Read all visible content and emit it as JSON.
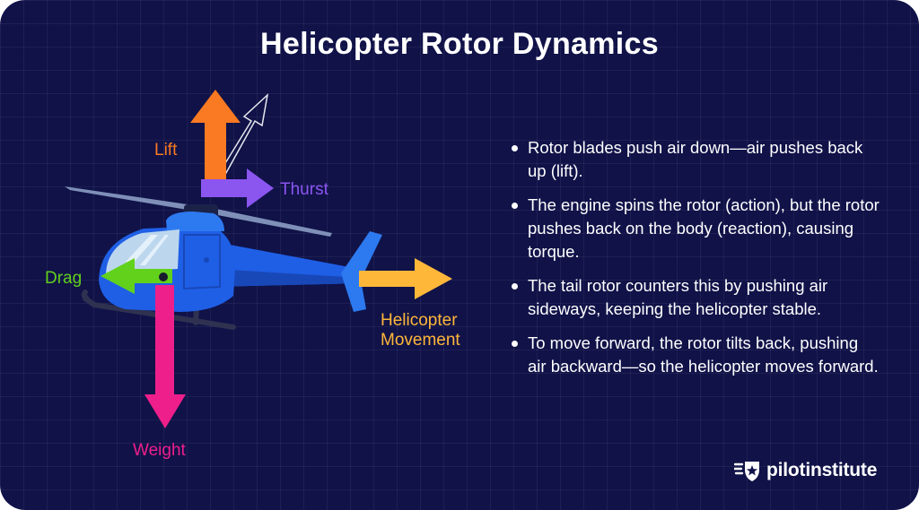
{
  "title": "Helicopter Rotor Dynamics",
  "forces": {
    "lift": "Lift",
    "thrust": "Thurst",
    "drag": "Drag",
    "weight": "Weight",
    "movement_line1": "Helicopter",
    "movement_line2": "Movement"
  },
  "bullets": [
    "Rotor blades push air down—air pushes back up (lift).",
    "The engine spins the rotor (action), but the rotor pushes back on the body (reaction), causing torque.",
    "The tail rotor counters this by pushing air sideways, keeping the helicopter stable.",
    "To move forward, the rotor tilts back, pushing air backward—so the helicopter moves forward."
  ],
  "brand": {
    "name": "pilotinstitute",
    "logo_icon": "shield-star-icon"
  },
  "colors": {
    "background": "#101248",
    "lift": "#f97a22",
    "thrust": "#8b55f0",
    "drag": "#62d11c",
    "weight": "#ee1f8b",
    "movement": "#ffb73a",
    "helicopter_body": "#1f5fe6"
  }
}
